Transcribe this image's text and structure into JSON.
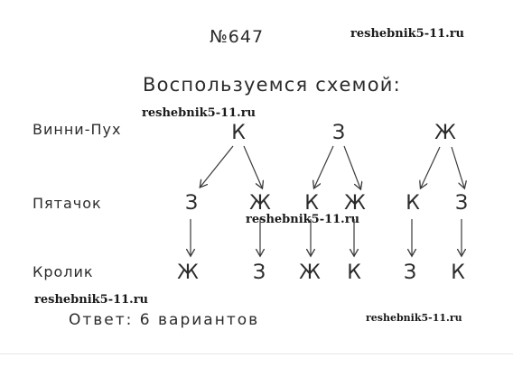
{
  "title": "№647",
  "intro": "Воспользуемся схемой:",
  "rows": {
    "pooh": "Винни-Пух",
    "piglet": "Пятачок",
    "rabbit": "Кролик"
  },
  "answer": "Ответ: 6 вариантов",
  "watermarks": [
    "reshebnik5-11.ru",
    "reshebnik5-11.ru",
    "reshebnik5-11.ru",
    "reshebnik5-11.ru",
    "reshebnik5-11.ru"
  ],
  "tree": {
    "level1": [
      "К",
      "З",
      "Ж"
    ],
    "level2": [
      "З",
      "Ж",
      "К",
      "Ж",
      "К",
      "З"
    ],
    "level3": [
      "Ж",
      "З",
      "Ж",
      "К",
      "З",
      "К"
    ]
  }
}
